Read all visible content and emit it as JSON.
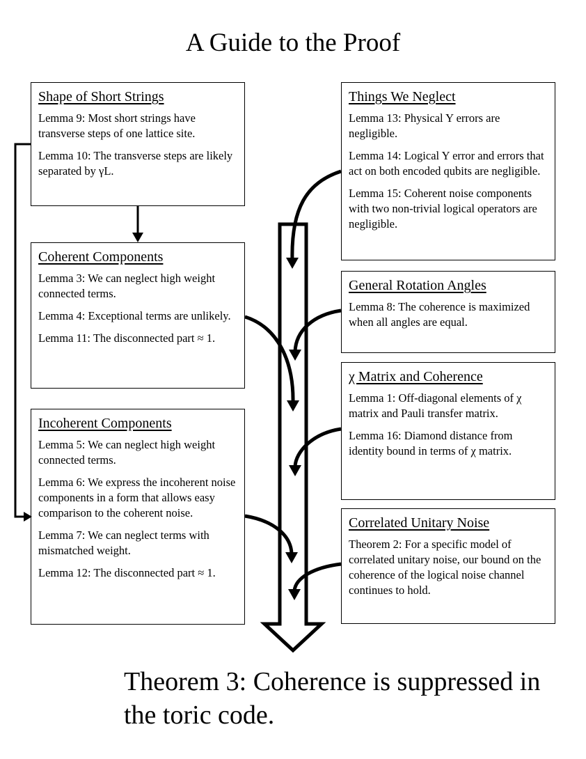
{
  "title": "A Guide to the Proof",
  "boxes": {
    "shape": {
      "heading": "Shape of Short Strings",
      "items": [
        "Lemma 9: Most short strings have transverse steps of one lattice site.",
        "Lemma 10: The transverse steps are likely separated by γL."
      ]
    },
    "coherent": {
      "heading": "Coherent Components",
      "items": [
        "Lemma 3: We can neglect high weight connected terms.",
        "Lemma 4: Exceptional terms are unlikely.",
        "Lemma 11: The disconnected part ≈ 1."
      ]
    },
    "incoherent": {
      "heading": "Incoherent Components",
      "items": [
        "Lemma 5: We can neglect high weight connected terms.",
        "Lemma 6: We express the incoherent noise components in a form that allows easy comparison to the coherent noise.",
        "Lemma 7: We can neglect terms with mismatched weight.",
        "Lemma 12: The disconnected part ≈ 1."
      ]
    },
    "neglect": {
      "heading": "Things We Neglect",
      "items": [
        "Lemma 13: Physical Y errors are negligible.",
        "Lemma 14: Logical Y error and errors that act on both encoded qubits are negligible.",
        "Lemma 15: Coherent noise components with two non-trivial logical operators are negligible."
      ]
    },
    "rotation": {
      "heading": "General Rotation Angles",
      "items": [
        "Lemma 8: The coherence is maximized when all angles are equal."
      ]
    },
    "chi": {
      "heading": "χ Matrix and Coherence",
      "items": [
        "Lemma 1: Off-diagonal elements of  χ matrix and Pauli transfer matrix.",
        "Lemma 16: Diamond distance from identity bound in terms of χ matrix."
      ]
    },
    "correlated": {
      "heading": "Correlated Unitary Noise",
      "items": [
        "Theorem 2: For a specific model of correlated unitary noise, our bound on the coherence of the logical noise channel continues to hold."
      ]
    }
  },
  "conclusion": "Theorem 3: Coherence is suppressed in the toric code."
}
